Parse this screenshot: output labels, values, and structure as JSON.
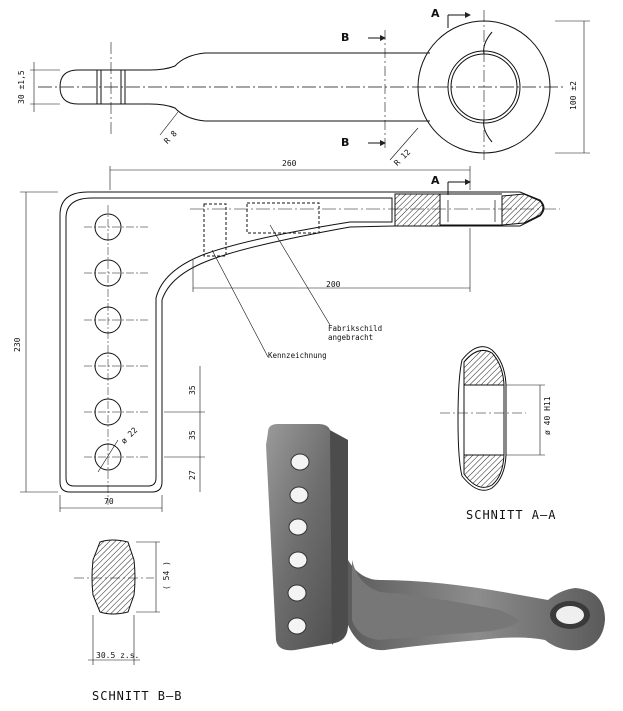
{
  "section_marks": {
    "a_top": "A",
    "a_mid": "A",
    "b_top": "B",
    "b_bottom": "B"
  },
  "dimensions": {
    "eye_height": "100 ±2",
    "shank_height": "30 ±1,5",
    "radius_8": "R 8",
    "radius_12": "R 12",
    "length_260": "260",
    "length_200": "200",
    "height_230": "230",
    "width_70": "70",
    "pitch_35_a": "35",
    "pitch_35_b": "35",
    "edge_27": "27",
    "hole_dia": "ø 22",
    "bore_dia": "ø 40 H11",
    "section_b_height": "( 54 )",
    "section_b_width": "30.5 z.s."
  },
  "annotations": {
    "nameplate_line1": "Fabrikschild",
    "nameplate_line2": "angebracht",
    "marking": "Kennzeichnung"
  },
  "sections": {
    "aa_title": "SCHNITT A–A",
    "bb_title": "SCHNITT B–B"
  },
  "photo": {
    "description_icon": "forged-drawbar-icon",
    "hole_count": 6
  }
}
